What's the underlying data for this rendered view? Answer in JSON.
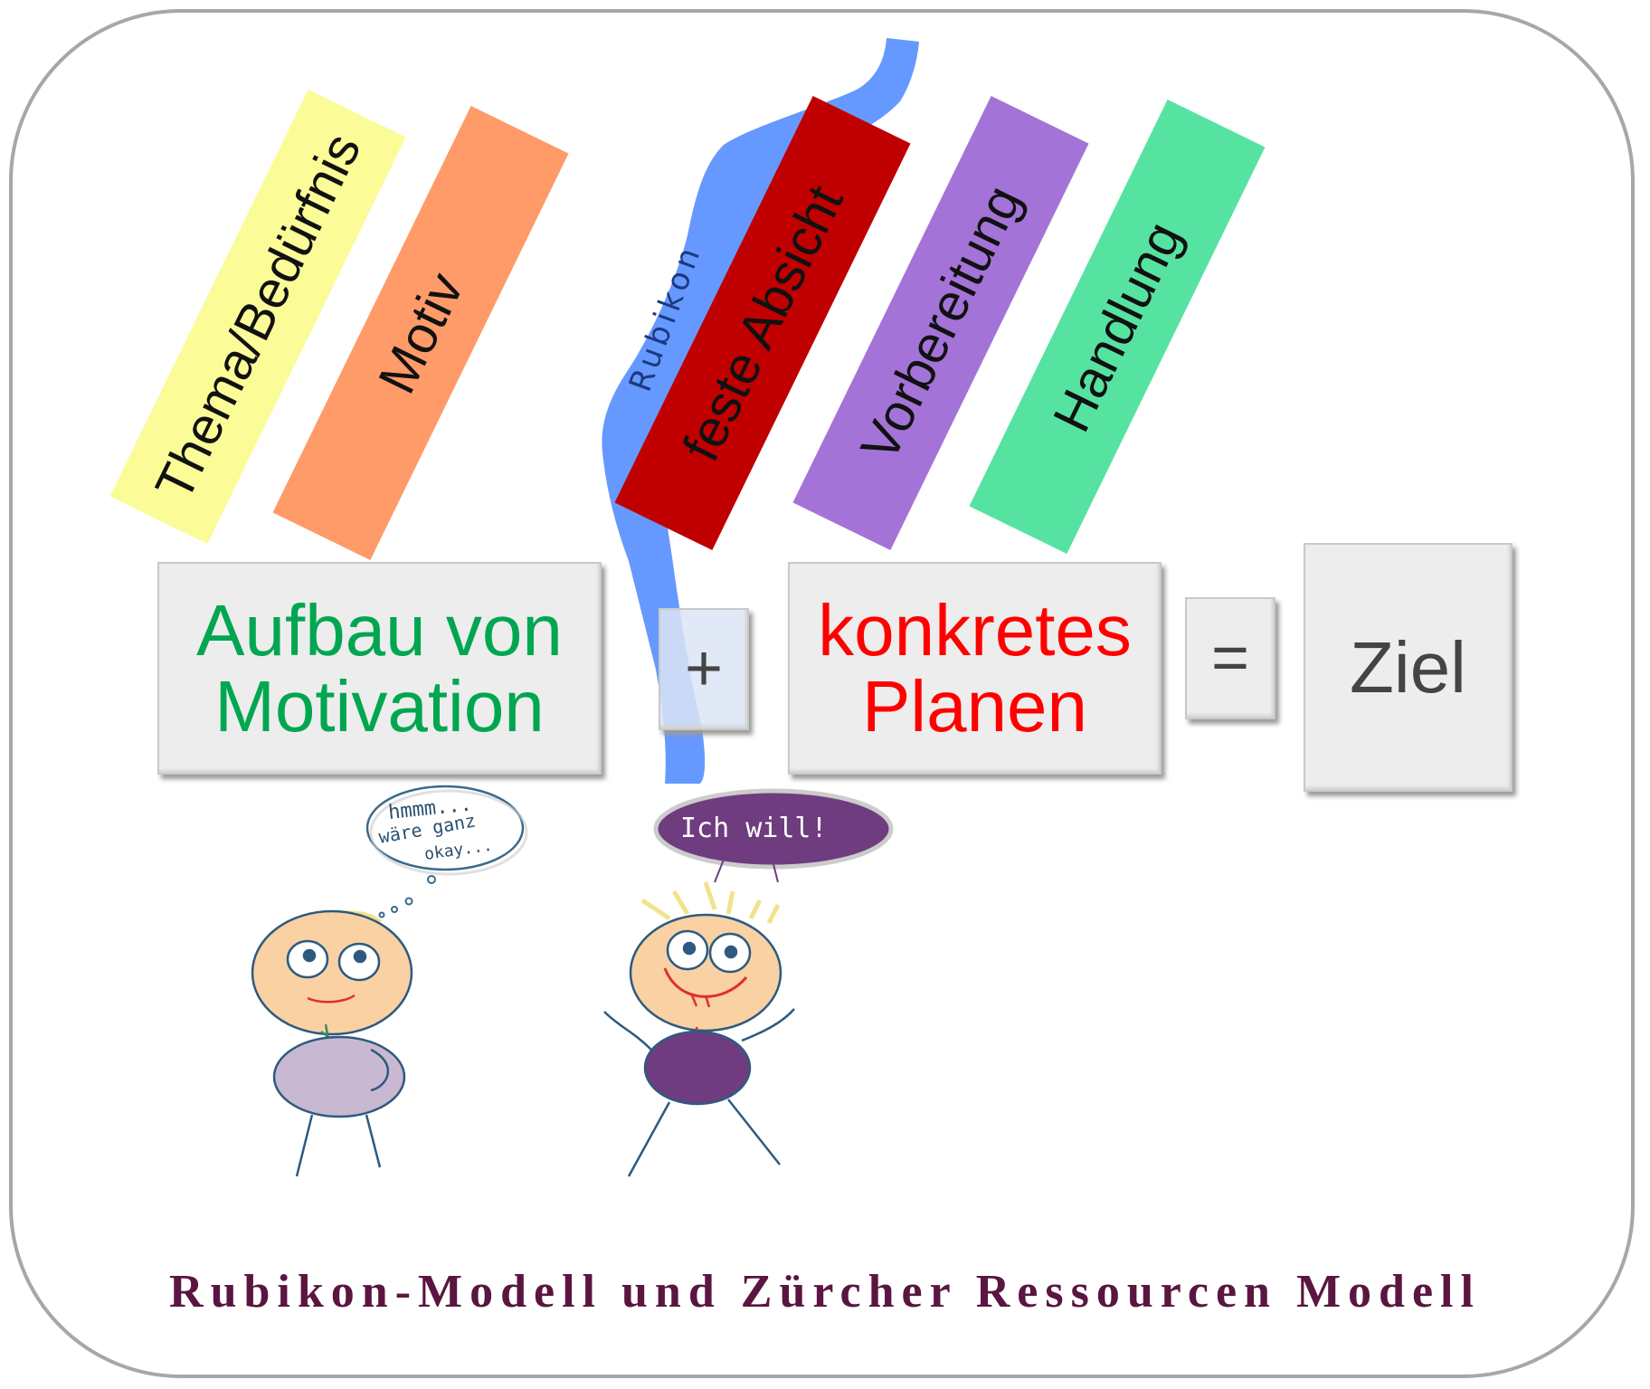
{
  "stages": [
    {
      "label": "Thema/Bedürfnis",
      "color": "#fbfb98"
    },
    {
      "label": "Motiv",
      "color": "#fe9b68"
    },
    {
      "label": "feste Absicht",
      "color": "#c00000"
    },
    {
      "label": "Vorbereitung",
      "color": "#a473d8"
    },
    {
      "label": "Handlung",
      "color": "#56e3a2"
    }
  ],
  "river": {
    "label": "Rubikon",
    "color": "#6699ff"
  },
  "equation": {
    "term1": {
      "line1": "Aufbau von",
      "line2": "Motivation",
      "color": "#00a650"
    },
    "plus": "+",
    "term2": {
      "line1": "konkretes",
      "line2": "Planen",
      "color": "#ff0000"
    },
    "equals": "=",
    "result": {
      "text": "Ziel",
      "color": "#444444"
    }
  },
  "figures": {
    "thinker": {
      "bubble_lines": [
        "hmmm...",
        "wäre ganz",
        "okay..."
      ]
    },
    "decider": {
      "bubble_text": "Ich will!",
      "bubble_color": "#6f3c7f"
    }
  },
  "caption": {
    "text": "Rubikon-Modell und Zürcher Ressourcen Modell",
    "color": "#5a1540"
  }
}
